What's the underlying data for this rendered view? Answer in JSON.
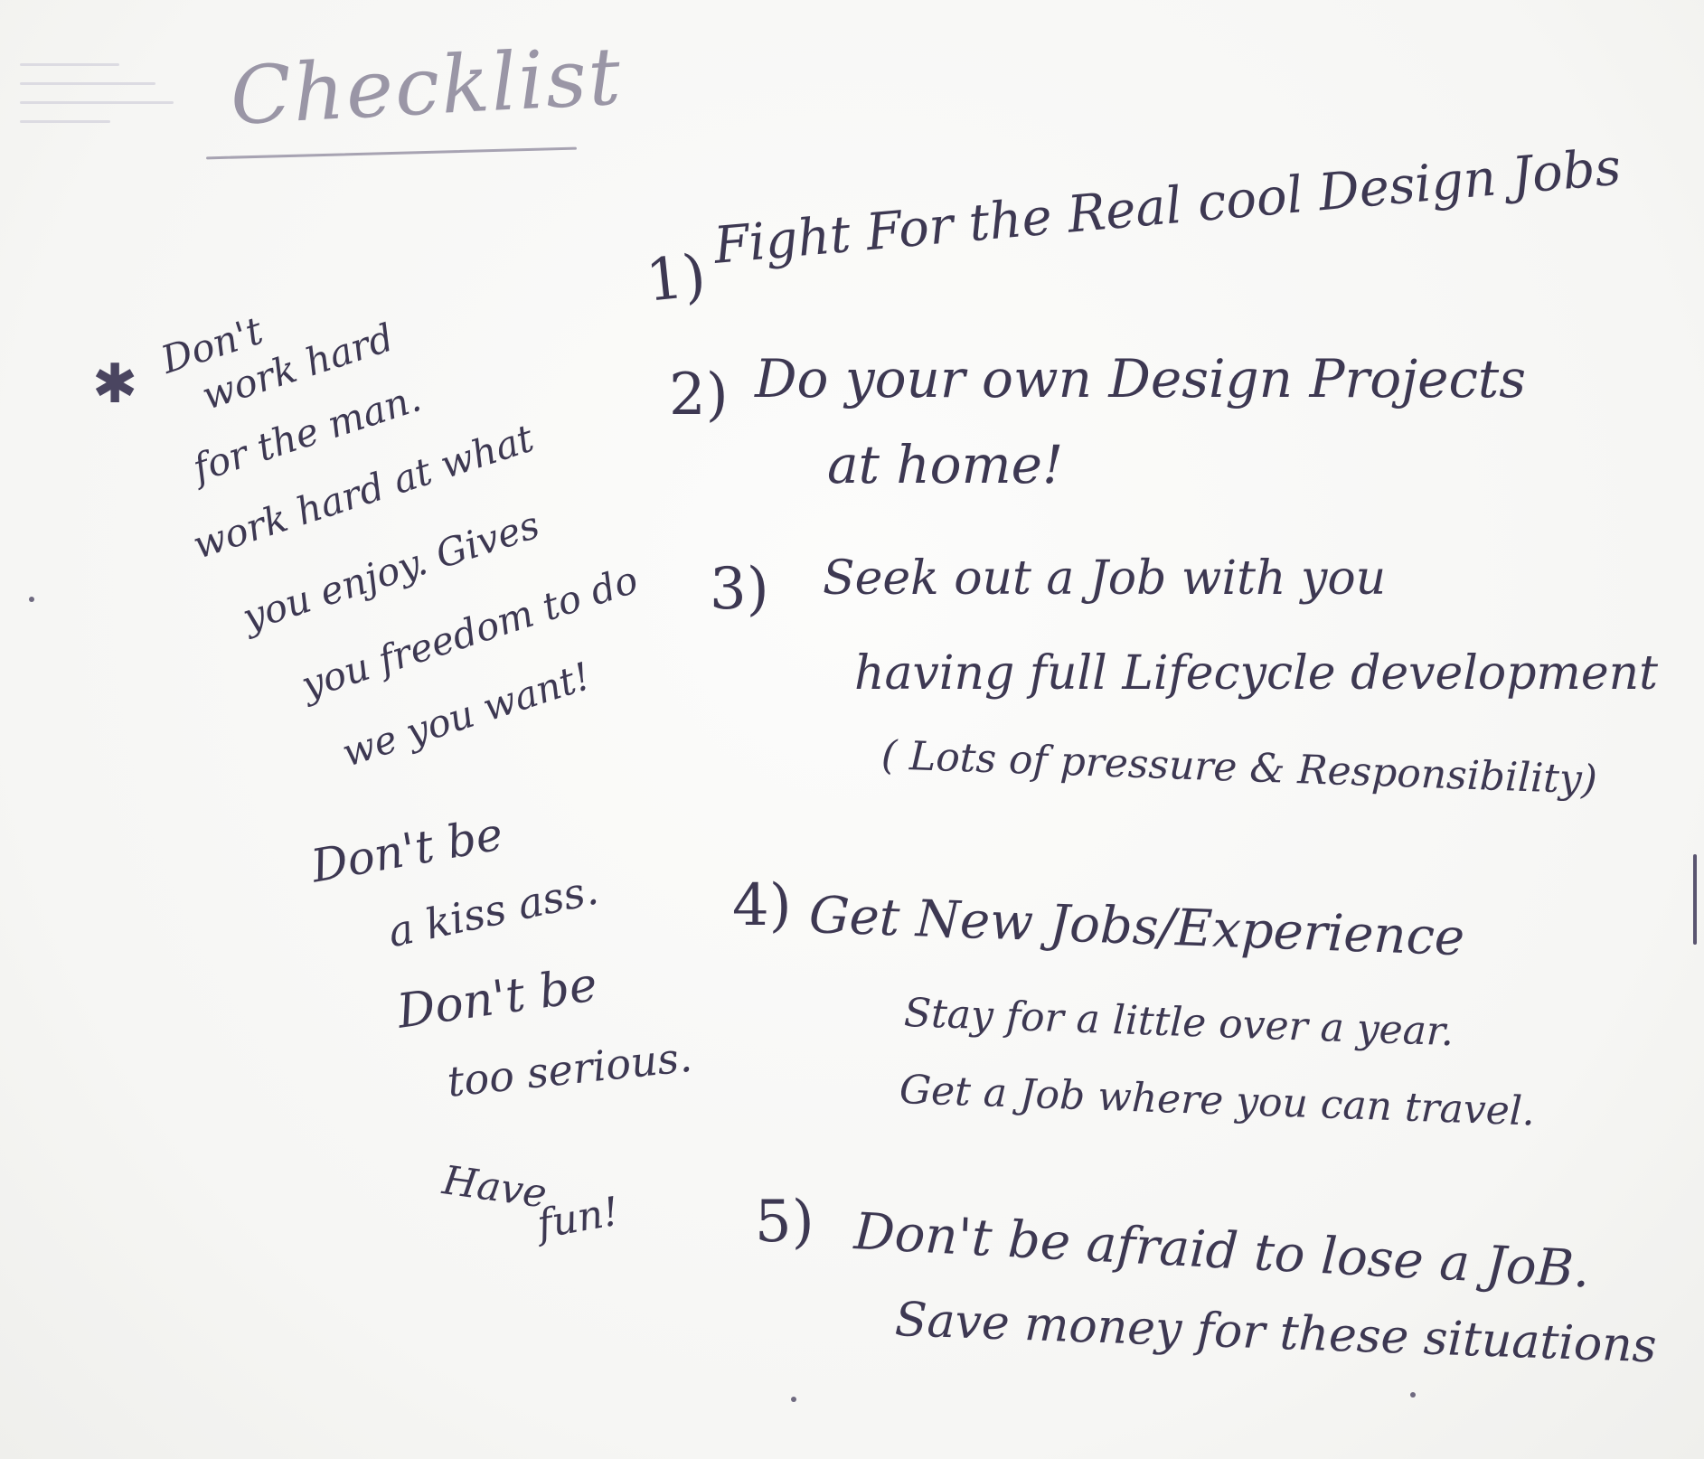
{
  "title": "Checklist",
  "side_notes": {
    "block1": [
      "Don't",
      "work hard",
      "for the man.",
      "work hard at what",
      "you enjoy. Gives",
      "you freedom to do",
      "we you want!"
    ],
    "block2": [
      "Don't be",
      "a kiss ass.",
      "Don't be",
      "too serious.",
      "Have",
      "fun!"
    ]
  },
  "items": [
    {
      "number": "1)",
      "lines": [
        "Fight For the Real cool Design Jobs"
      ]
    },
    {
      "number": "2)",
      "lines": [
        "Do your own Design Projects",
        "at home!"
      ]
    },
    {
      "number": "3)",
      "lines": [
        "Seek out a Job with you",
        "having full Lifecycle development",
        "( Lots of pressure & Responsibility)"
      ]
    },
    {
      "number": "4)",
      "lines": [
        "Get New Jobs/Experience",
        "Stay for a little over a year.",
        "Get a Job where you can travel."
      ]
    },
    {
      "number": "5)",
      "lines": [
        "Don't be afraid to lose a JoB.",
        "Save money for these situations"
      ]
    }
  ]
}
